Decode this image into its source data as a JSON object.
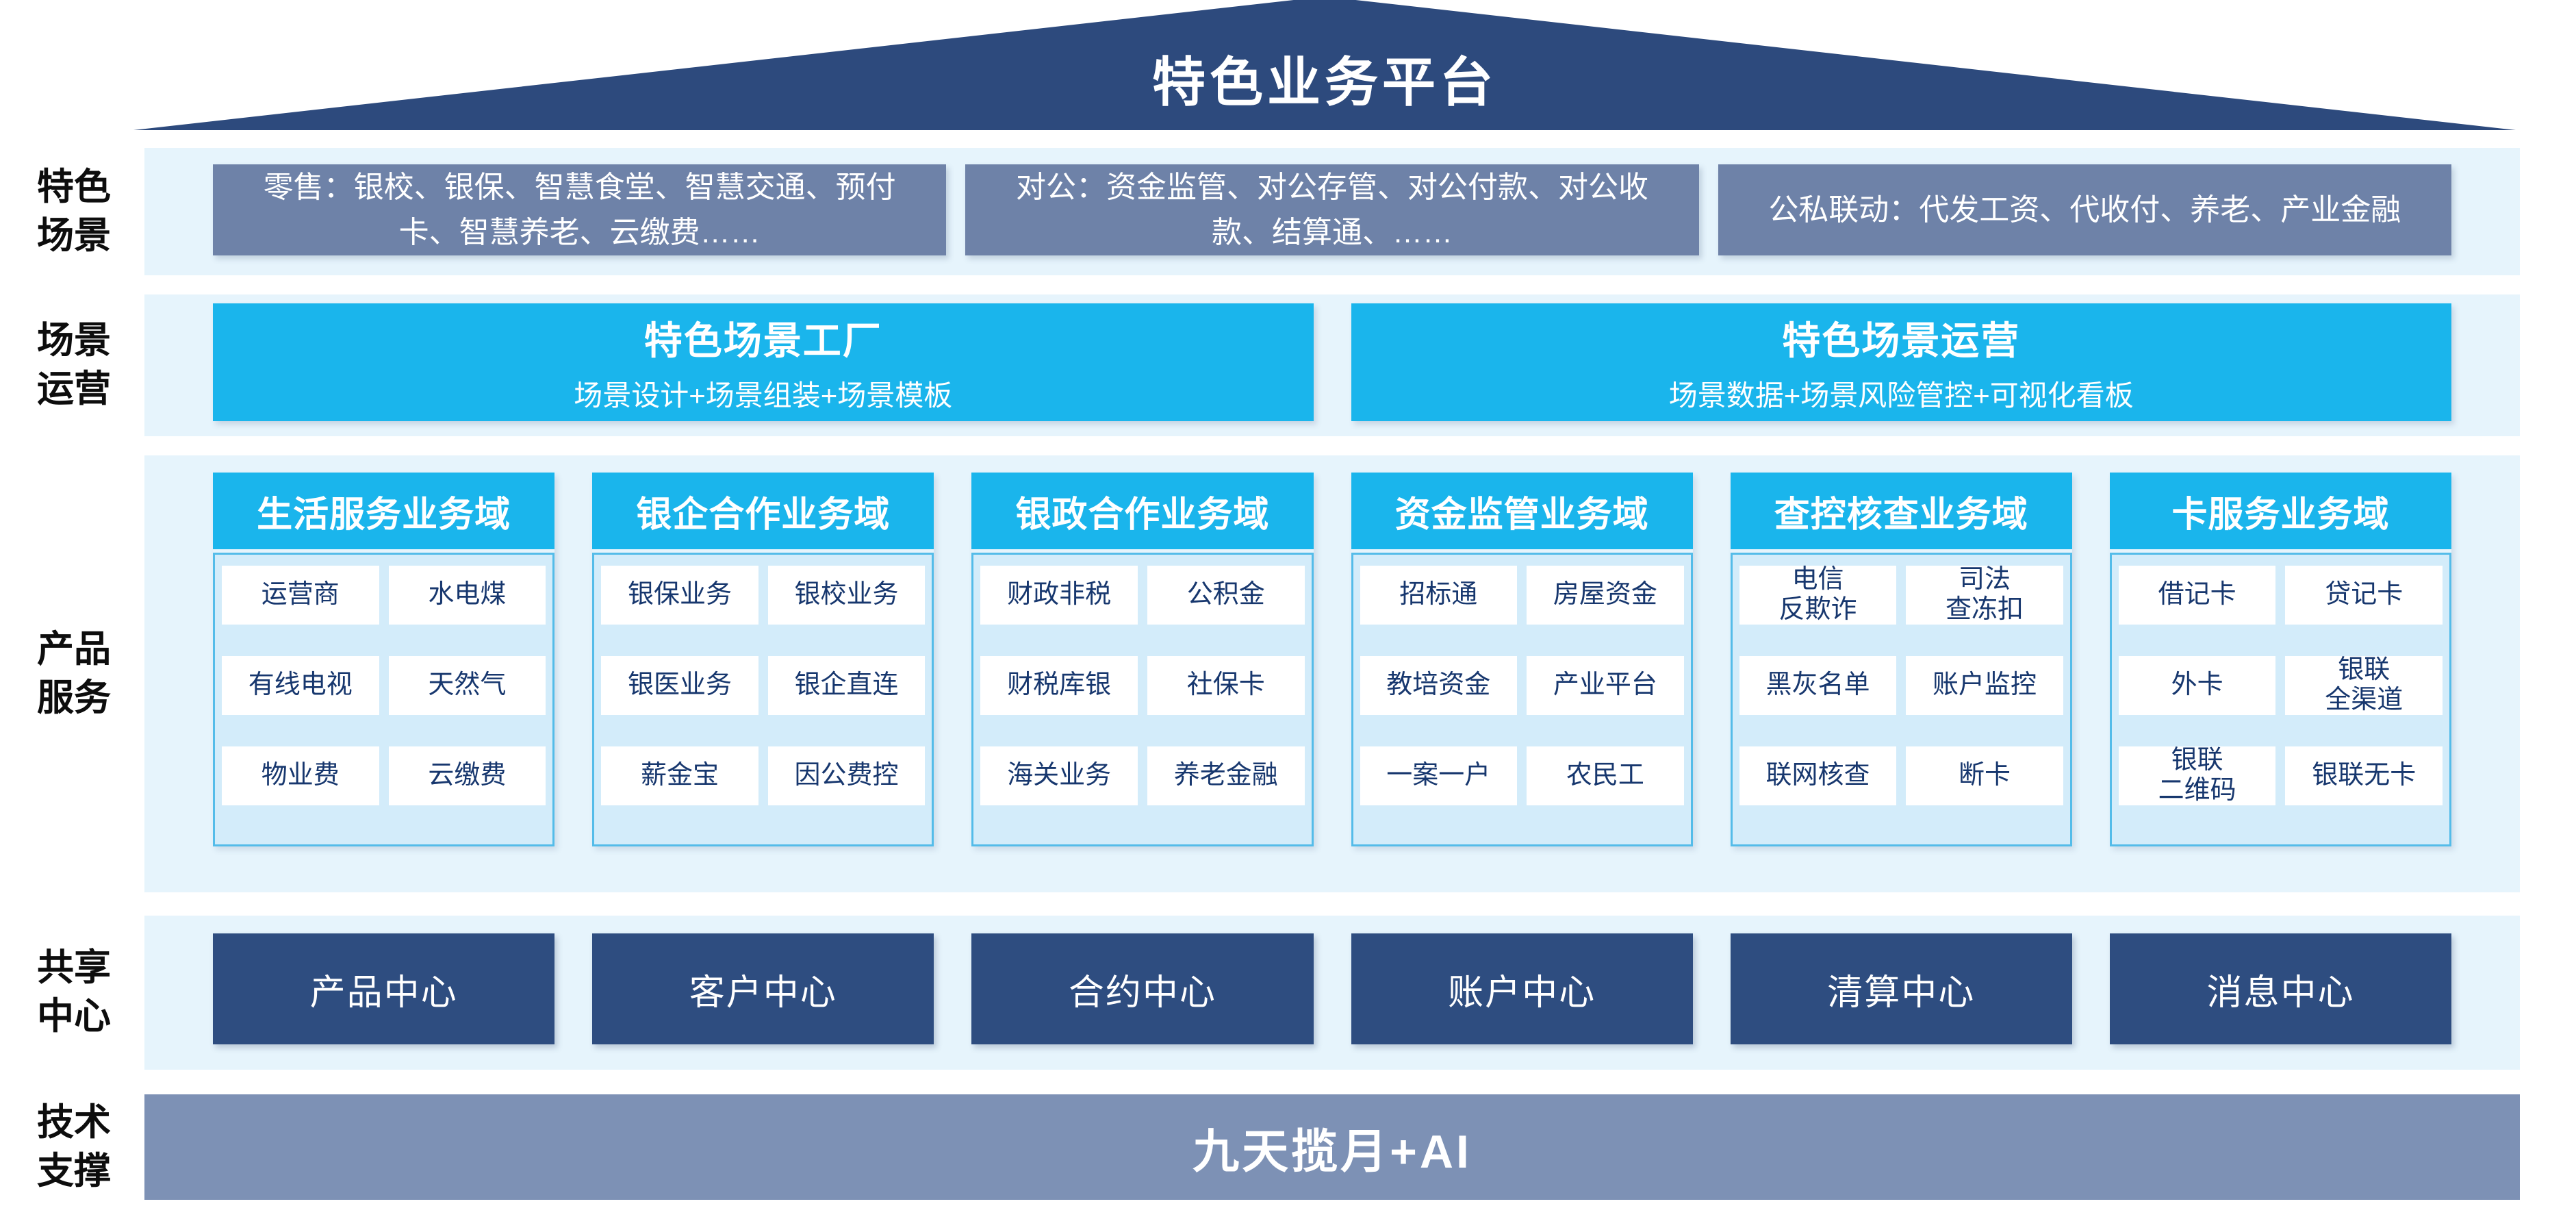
{
  "roof": {
    "title": "特色业务平台"
  },
  "side_labels": {
    "scenarios": "特色\n场景",
    "operations": "场景\n运营",
    "products": "产品\n服务",
    "shared": "共享\n中心",
    "tech": "技术\n支撑"
  },
  "scenarios": {
    "boxes": [
      "零售：银校、银保、智慧食堂、智慧交通、预付卡、智慧养老、云缴费……",
      "对公：资金监管、对公存管、对公付款、对公收款、结算通、……",
      "公私联动：代发工资、代收付、养老、产业金融"
    ]
  },
  "operations": {
    "boxes": [
      {
        "title": "特色场景工厂",
        "subtitle": "场景设计+场景组装+场景模板"
      },
      {
        "title": "特色场景运营",
        "subtitle": "场景数据+场景风险管控+可视化看板"
      }
    ]
  },
  "products": {
    "columns": [
      {
        "header": "生活服务业务域",
        "items": [
          "运营商",
          "水电煤",
          "有线电视",
          "天然气",
          "物业费",
          "云缴费"
        ]
      },
      {
        "header": "银企合作业务域",
        "items": [
          "银保业务",
          "银校业务",
          "银医业务",
          "银企直连",
          "薪金宝",
          "因公费控"
        ]
      },
      {
        "header": "银政合作业务域",
        "items": [
          "财政非税",
          "公积金",
          "财税库银",
          "社保卡",
          "海关业务",
          "养老金融"
        ]
      },
      {
        "header": "资金监管业务域",
        "items": [
          "招标通",
          "房屋资金",
          "教培资金",
          "产业平台",
          "一案一户",
          "农民工"
        ]
      },
      {
        "header": "查控核查业务域",
        "items": [
          "电信\n反欺诈",
          "司法\n查冻扣",
          "黑灰名单",
          "账户监控",
          "联网核查",
          "断卡"
        ]
      },
      {
        "header": "卡服务业务域",
        "items": [
          "借记卡",
          "贷记卡",
          "外卡",
          "银联\n全渠道",
          "银联\n二维码",
          "银联无卡"
        ]
      }
    ]
  },
  "shared": {
    "centers": [
      "产品中心",
      "客户中心",
      "合约中心",
      "账户中心",
      "清算中心",
      "消息中心"
    ]
  },
  "tech": {
    "title": "九天揽月+AI"
  },
  "colors": {
    "roof_navy": "#2d4a7d",
    "scenario_steel_blue": "#6e82a8",
    "cyan": "#1ab5ec",
    "band_light_blue": "#e6f4fc",
    "panel_blue": "#d3ecfa",
    "panel_border": "#54bce9",
    "item_text_navy": "#17376e",
    "center_navy": "#2e4d80",
    "tech_gray_blue": "#7d91b5"
  }
}
